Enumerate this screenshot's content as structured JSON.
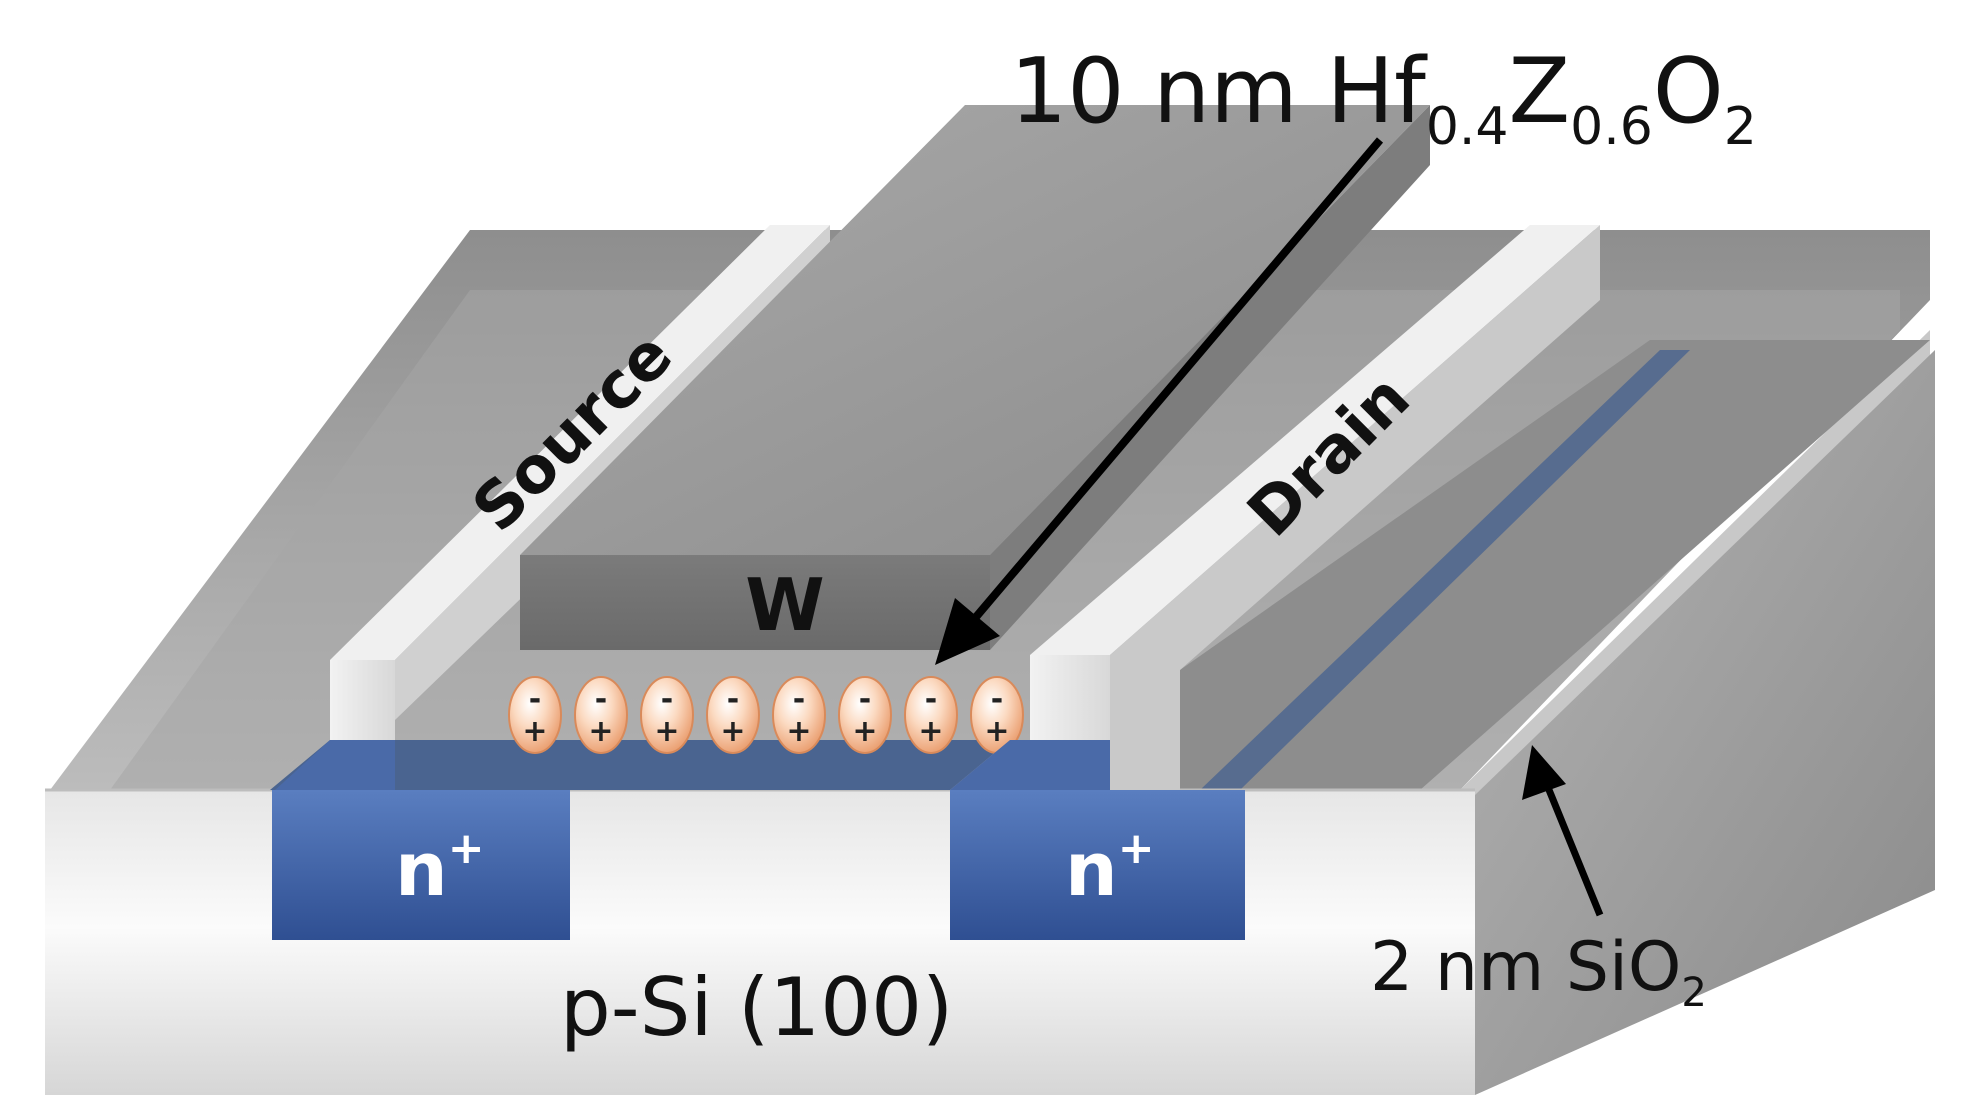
{
  "labels": {
    "hzo_prefix": "10 nm Hf",
    "hzo_sub1": "0.4",
    "hzo_mid": "Z",
    "hzo_sub2": "0.6",
    "hzo_o": "O",
    "hzo_sub3": "2",
    "source": "Source",
    "drain": "Drain",
    "gate": "W",
    "n_plus_left": "n",
    "n_plus_left_sup": "+",
    "n_plus_right": "n",
    "n_plus_right_sup": "+",
    "substrate": "p-Si (100)",
    "sio2_prefix": "2 nm SiO",
    "sio2_sub": "2",
    "charge_minus": "-",
    "charge_plus": "+"
  },
  "dipole_count": 8,
  "colors": {
    "substrate": "#eeeeee",
    "gate": "#8f8f8f",
    "spacer": "#e6e6e6",
    "n_plus": "#3f63a8",
    "interface": "#4a6490",
    "dipole": "#f4b48a"
  }
}
